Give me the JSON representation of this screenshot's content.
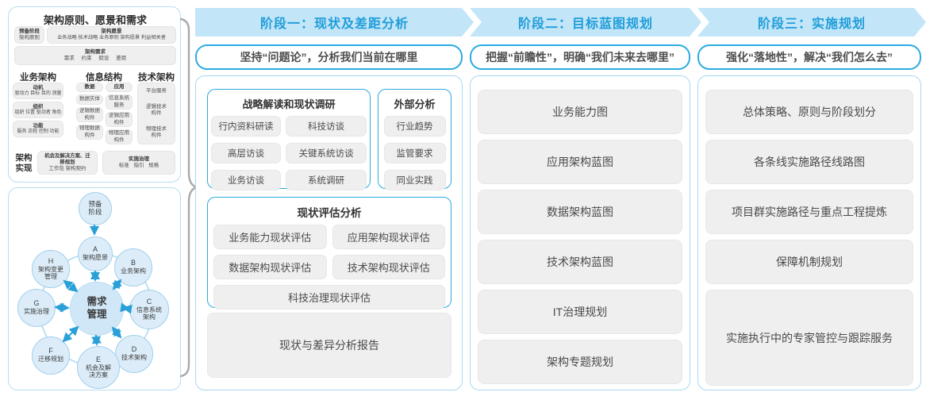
{
  "colors": {
    "accent_blue": "#2babe1",
    "band_bg": "#c2e5f8",
    "band_text": "#1f9dd9",
    "panel_border": "#b5ddf2",
    "gray_box": "#efeff0",
    "text_dark": "#4d4d4d",
    "circle_fill": "#dcedf9",
    "circle_border": "#9fcfec",
    "arrow": "#2aa0d8",
    "brace": "#ababab"
  },
  "top_panel": {
    "title": "架构原则、愿景和需求",
    "prep": {
      "title": "预备阶段",
      "sub": "架构原则"
    },
    "vision": {
      "title": "架构愿景",
      "sub": "业务战略 技术战略 业务原则 架构愿景 利益相关者"
    },
    "requirement": {
      "title": "架构需求",
      "sub": "需求 约束 假设 差距"
    },
    "business": {
      "header": "业务架构",
      "items": [
        {
          "title": "动机",
          "sub": "驱动力 目标 目的 测量"
        },
        {
          "title": "组织",
          "sub": "组织 位置 驱动者 角色"
        },
        {
          "title": "功能",
          "sub": "服务 流程 控制 功能"
        }
      ]
    },
    "info": {
      "header": "信息结构",
      "data_col": {
        "header": "数据",
        "items": [
          "数据实体",
          "逻辑数据构件",
          "物理数据构件"
        ]
      },
      "app_col": {
        "header": "应用",
        "items": [
          "信息系统服务",
          "逻辑应用构件",
          "物理应用构件"
        ]
      }
    },
    "tech": {
      "header": "技术架构",
      "items": [
        "平台服务",
        "逻辑技术构件",
        "物理技术构件"
      ]
    },
    "realization": {
      "label": "架构实现",
      "box1": {
        "title": "机会及解决方案、迁移规划",
        "sub": "工作包 架构契约"
      },
      "box2": {
        "title": "实施治理",
        "sub": "标准 指引 规格"
      }
    }
  },
  "adm": {
    "prep": "预备阶段",
    "center": "需求管理",
    "nodes": [
      {
        "letter": "A",
        "label": "架构愿景"
      },
      {
        "letter": "B",
        "label": "业务架构"
      },
      {
        "letter": "C",
        "label": "信息系统架构"
      },
      {
        "letter": "D",
        "label": "技术架构"
      },
      {
        "letter": "E",
        "label": "机会及解决方案"
      },
      {
        "letter": "F",
        "label": "迁移规划"
      },
      {
        "letter": "G",
        "label": "实施治理"
      },
      {
        "letter": "H",
        "label": "架构变更管理"
      }
    ]
  },
  "phases": [
    {
      "header": "阶段一：现状及差距分析",
      "subtitle": "坚持“问题论”，分析我们当前在哪里"
    },
    {
      "header": "阶段二：目标蓝图规划",
      "subtitle": "把握“前瞻性”，明确“我们未来去哪里”"
    },
    {
      "header": "阶段三：实施规划",
      "subtitle": "强化“落地性”，解决“我们怎么去”"
    }
  ],
  "phase1": {
    "group1": {
      "title": "战略解读和现状调研",
      "items": [
        "行内资料研读",
        "科技访谈",
        "高层访谈",
        "关键系统访谈",
        "业务访谈",
        "系统调研"
      ]
    },
    "group2": {
      "title": "外部分析",
      "items": [
        "行业趋势",
        "监管要求",
        "同业实践"
      ]
    },
    "group3": {
      "title": "现状评估分析",
      "items": [
        "业务能力现状评估",
        "应用架构现状评估",
        "数据架构现状评估",
        "技术架构现状评估",
        "科技治理现状评估"
      ]
    },
    "report": "现状与差异分析报告"
  },
  "phase2": {
    "items": [
      "业务能力图",
      "应用架构蓝图",
      "数据架构蓝图",
      "技术架构蓝图",
      "IT治理规划",
      "架构专题规划"
    ]
  },
  "phase3": {
    "items": [
      "总体策略、原则与阶段划分",
      "各条线实施路径线路图",
      "项目群实施路径与重点工程提炼",
      "保障机制规划",
      "实施执行中的专家管控与跟踪服务"
    ]
  }
}
